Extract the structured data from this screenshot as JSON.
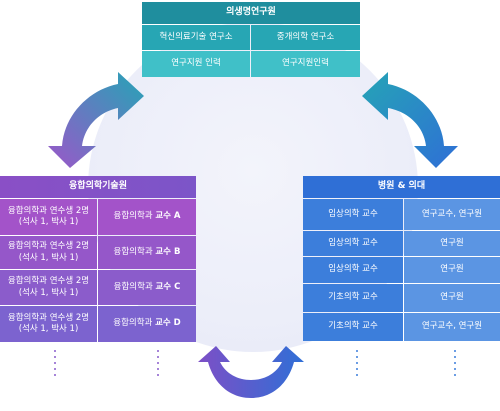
{
  "top": {
    "title": "의생명연구원",
    "row1": [
      "혁신의료기술 연구소",
      "중개의학 연구소"
    ],
    "row2": [
      "연구지원 인력",
      "연구지원인력"
    ]
  },
  "left": {
    "title": "융합의학기술원",
    "rows": [
      {
        "students_line1": "융합의학과 연수생 2명",
        "students_line2": "(석사 1, 박사 1)",
        "prof_prefix": "융합의학과 ",
        "prof": "교수 A"
      },
      {
        "students_line1": "융합의학과 연수생 2명",
        "students_line2": "(석사 1, 박사 1)",
        "prof_prefix": "융합의학과 ",
        "prof": "교수 B"
      },
      {
        "students_line1": "융합의학과 연수생 2명",
        "students_line2": "(석사 1, 박사 1)",
        "prof_prefix": "융합의학과 ",
        "prof": "교수 C"
      },
      {
        "students_line1": "융합의학과 연수생 2명",
        "students_line2": "(석사 1, 박사 1)",
        "prof_prefix": "융합의학과 ",
        "prof": "교수 D"
      }
    ]
  },
  "right": {
    "title": "병원 & 의대",
    "rows": [
      {
        "dept": "임상의학 교수",
        "role": "연구교수, 연구원"
      },
      {
        "dept": "임상의학 교수",
        "role": "연구원"
      },
      {
        "dept": "임상의학 교수",
        "role": "연구원"
      },
      {
        "dept": "기초의학 교수",
        "role": "연구원"
      },
      {
        "dept": "기초의학 교수",
        "role": "연구교수, 연구원"
      }
    ]
  },
  "colors": {
    "top_header": "#1f8e9e",
    "top_row1": "#27a6b4",
    "top_row2": "#40c0c8",
    "left_header": "#7e4fc4",
    "left_purple": "#9a54c8",
    "right_header": "#2f6fd6",
    "right_blue": "#3e82dc"
  }
}
